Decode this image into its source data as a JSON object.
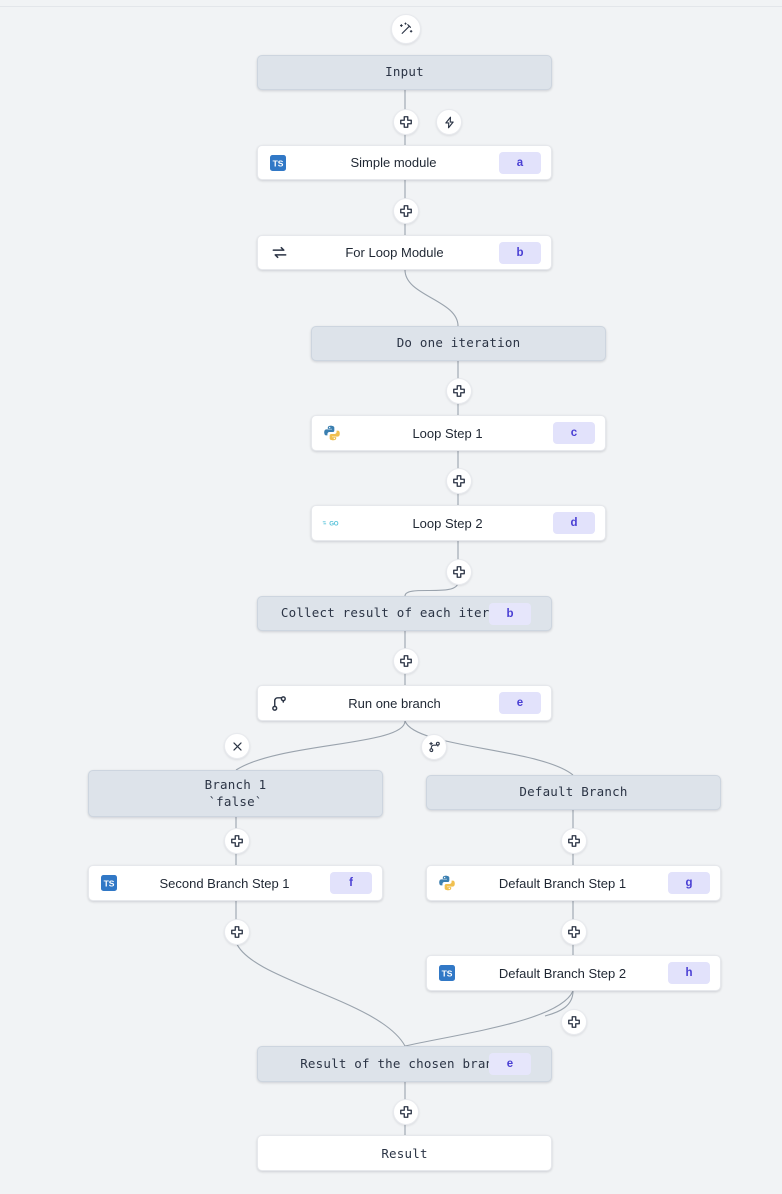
{
  "canvas": {
    "background": "#f1f3f5",
    "frame_fill": "#dde3ea",
    "frame_border": "#cdd5df",
    "module_fill": "#ffffff",
    "badge_bg": "#e2e2fb",
    "badge_fg": "#4a3fd4",
    "edge_color": "#9aa3ad"
  },
  "buttons": {
    "wand": "magic-wand-icon",
    "plus": "plus-icon",
    "bolt": "lightning-bolt-icon",
    "close": "close-icon",
    "add_branch": "add-branch-icon"
  },
  "nodes": [
    {
      "id": "input",
      "kind": "frame",
      "label": "Input"
    },
    {
      "id": "simple",
      "kind": "module",
      "label": "Simple module",
      "lang": "typescript",
      "badge": "a"
    },
    {
      "id": "forloop",
      "kind": "module",
      "label": "For Loop Module",
      "lang": "loop",
      "badge": "b"
    },
    {
      "id": "doiter",
      "kind": "frame",
      "label": "Do one iteration"
    },
    {
      "id": "loopstep1",
      "kind": "module",
      "label": "Loop Step 1",
      "lang": "python",
      "badge": "c"
    },
    {
      "id": "loopstep2",
      "kind": "module",
      "label": "Loop Step 2",
      "lang": "go",
      "badge": "d"
    },
    {
      "id": "collect",
      "kind": "frame",
      "label": "Collect result of each iteration",
      "badge": "b"
    },
    {
      "id": "runbranch",
      "kind": "module",
      "label": "Run one branch",
      "lang": "branch",
      "badge": "e"
    },
    {
      "id": "branch1",
      "kind": "frame",
      "label": "Branch 1\n`false`"
    },
    {
      "id": "defaultbranch",
      "kind": "frame",
      "label": "Default Branch"
    },
    {
      "id": "secondstep1",
      "kind": "module",
      "label": "Second Branch Step 1",
      "lang": "typescript",
      "badge": "f"
    },
    {
      "id": "defstep1",
      "kind": "module",
      "label": "Default Branch Step 1",
      "lang": "python",
      "badge": "g"
    },
    {
      "id": "defstep2",
      "kind": "module",
      "label": "Default Branch Step 2",
      "lang": "typescript",
      "badge": "h"
    },
    {
      "id": "chosen",
      "kind": "frame",
      "label": "Result of the chosen branch",
      "badge": "e"
    },
    {
      "id": "result",
      "kind": "result",
      "label": "Result"
    }
  ]
}
